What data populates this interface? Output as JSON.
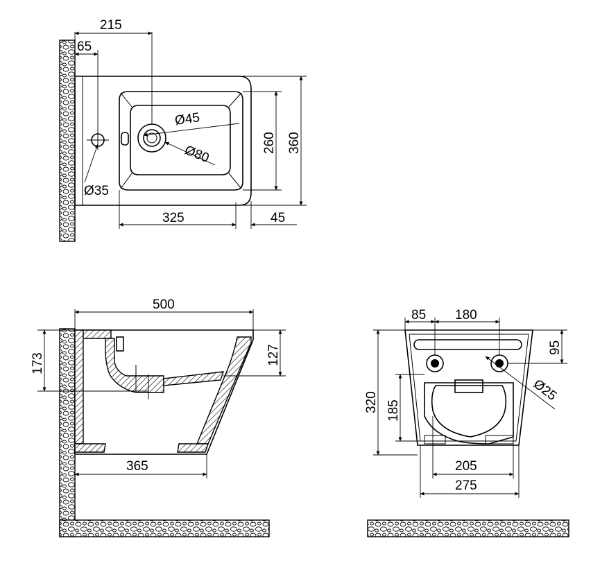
{
  "top_view": {
    "dims": {
      "d215": "215",
      "d65": "65",
      "d45dia": "Ø45",
      "d80dia": "Ø80",
      "d35dia": "Ø35",
      "d260": "260",
      "d360": "360",
      "d325": "325",
      "d45": "45"
    }
  },
  "side_view": {
    "dims": {
      "d500": "500",
      "d173": "173",
      "d127": "127",
      "d365": "365"
    }
  },
  "front_view": {
    "dims": {
      "d85": "85",
      "d180": "180",
      "d95": "95",
      "d25dia": "Ø25",
      "d320": "320",
      "d185": "185",
      "d205": "205",
      "d275": "275"
    }
  }
}
